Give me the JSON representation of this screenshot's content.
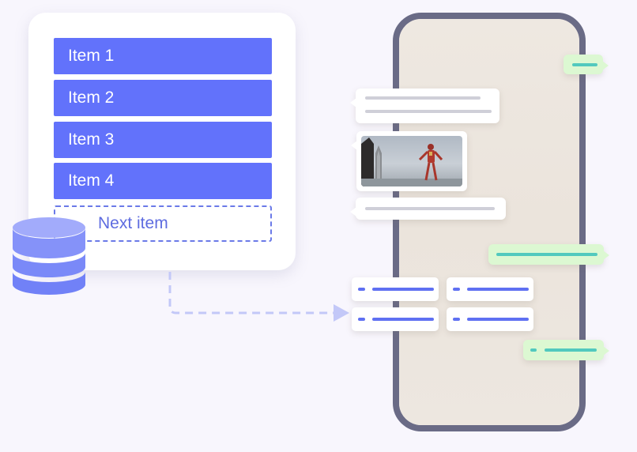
{
  "list": {
    "items": [
      "Item 1",
      "Item 2",
      "Item 3",
      "Item 4"
    ],
    "next_item": "Next item"
  },
  "colors": {
    "accent": "#6272fb",
    "outgoing_bubble": "#dcf8d2",
    "phone_frame": "#6a6b86"
  },
  "icons": {
    "database": "database-icon",
    "arrow": "dashed-arrow-icon"
  }
}
